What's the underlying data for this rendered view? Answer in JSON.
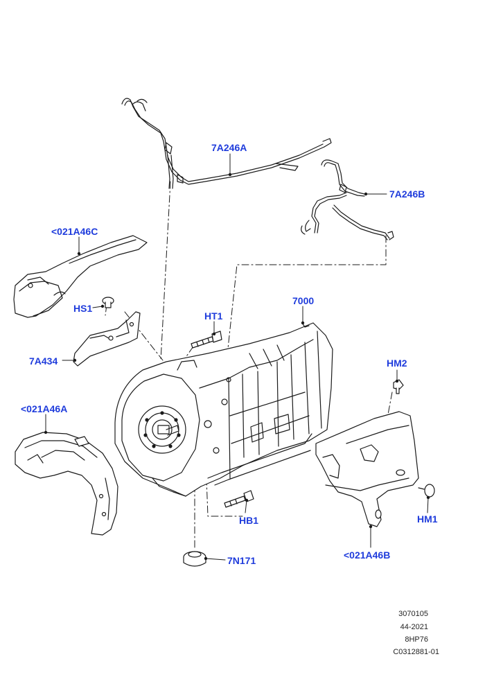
{
  "parts": [
    {
      "id": "p-7A246A",
      "label": "7A246A"
    },
    {
      "id": "p-7A246B",
      "label": "7A246B"
    },
    {
      "id": "p-021A46C",
      "label": "<021A46C"
    },
    {
      "id": "p-HS1",
      "label": "HS1"
    },
    {
      "id": "p-7A434",
      "label": "7A434"
    },
    {
      "id": "p-HT1",
      "label": "HT1"
    },
    {
      "id": "p-7000",
      "label": "7000"
    },
    {
      "id": "p-HM2",
      "label": "HM2"
    },
    {
      "id": "p-021A46A",
      "label": "<021A46A"
    },
    {
      "id": "p-HB1",
      "label": "HB1"
    },
    {
      "id": "p-7N171",
      "label": "7N171"
    },
    {
      "id": "p-HM1",
      "label": "HM1"
    },
    {
      "id": "p-021A46B",
      "label": "<021A46B"
    }
  ],
  "reference": {
    "line1": "3070105",
    "line2": "44-2021",
    "line3": "8HP76",
    "line4": "C0312881-01"
  },
  "colors": {
    "callout": "#1f3cdc",
    "line": "#1a1a1a"
  }
}
